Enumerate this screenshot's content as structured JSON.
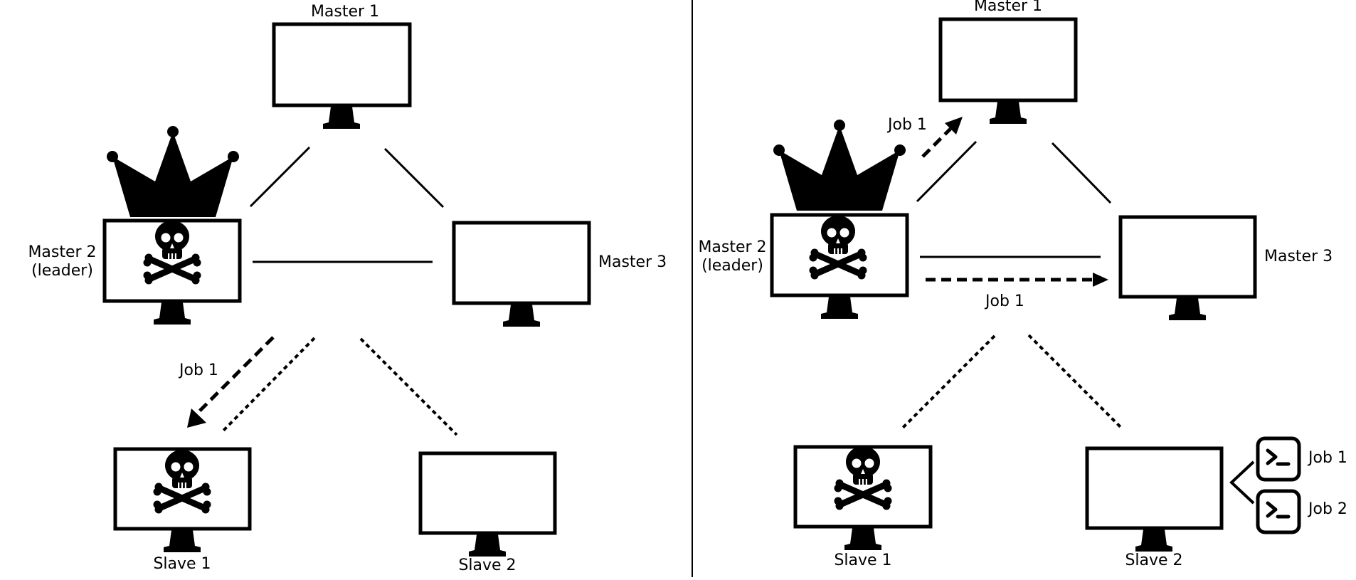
{
  "left_panel": {
    "master1": "Master 1",
    "master2_line1": "Master 2",
    "master2_line2": "(leader)",
    "master3": "Master  3",
    "slave1": "Slave 1",
    "slave2": "Slave 2",
    "job_label": "Job 1"
  },
  "right_panel": {
    "master1": "Master 1",
    "master2_line1": "Master 2",
    "master2_line2": "(leader)",
    "master3": "Master  3",
    "slave1": "Slave 1",
    "slave2": "Slave 2",
    "job_to_master1": "Job 1",
    "job_to_master3": "Job 1",
    "terminal_job1": "Job 1",
    "terminal_job2": "Job 2"
  },
  "icons": [
    "monitor-icon",
    "crown-icon",
    "skull-crossbones-icon",
    "terminal-icon"
  ],
  "colors": {
    "stroke": "#000000",
    "background": "#ffffff"
  }
}
